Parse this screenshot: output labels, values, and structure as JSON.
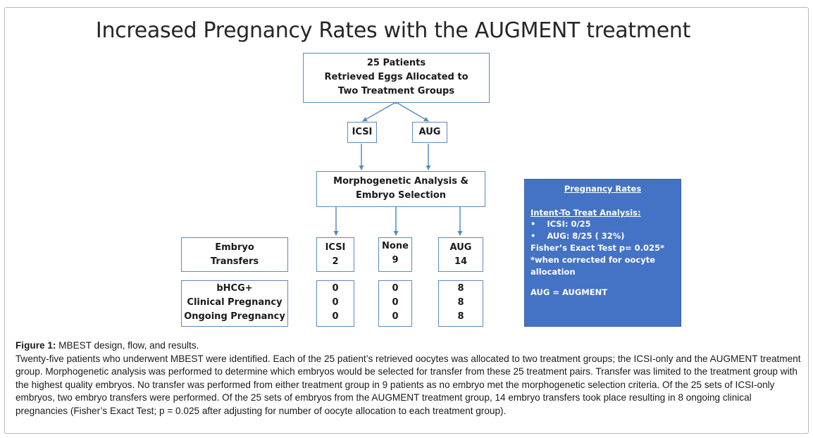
{
  "title": "Increased Pregnancy Rates with the AUGMENT treatment",
  "top_box": {
    "lines": [
      "25 Patients",
      "Retrieved Eggs Allocated to",
      "Two Treatment Groups"
    ]
  },
  "groups": {
    "icsi": "ICSI",
    "aug": "AUG"
  },
  "analysis_box": {
    "lines": [
      "Morphogenetic Analysis &",
      "Embryo Selection"
    ]
  },
  "transfers": {
    "label": [
      "Embryo",
      "Transfers"
    ],
    "icsi": {
      "name": "ICSI",
      "value": "2"
    },
    "none": {
      "name": "None",
      "value": "9"
    },
    "aug": {
      "name": "AUG",
      "value": "14"
    }
  },
  "outcomes": {
    "labels": [
      "bHCG+",
      "Clinical Pregnancy",
      "Ongoing Pregnancy"
    ],
    "icsi": [
      "0",
      "0",
      "0"
    ],
    "none": [
      "0",
      "0",
      "0"
    ],
    "aug": [
      "8",
      "8",
      "8"
    ]
  },
  "panel": {
    "heading": "Pregnancy Rates",
    "subheading": "Intent-To Treat Analysis:",
    "bullets": [
      "ICSI:  0/25",
      "AUG: 8/25 ( 32%)"
    ],
    "fisher": "Fisher’s Exact Test p= 0.025*",
    "note1": "*when corrected for oocyte",
    "note2": "allocation",
    "abbrev": "AUG = AUGMENT",
    "bg_color": "#4472c4"
  },
  "caption": {
    "label": "Figure 1:",
    "heading": " MBEST design, flow, and results.",
    "body": "Twenty-five patients who underwent MBEST were identified. Each of the 25 patient’s retrieved oocytes was allocated to two treatment groups; the ICSI-only and the AUGMENT treatment group. Morphogenetic analysis was performed to determine which embryos would be selected for transfer from these 25 treatment pairs. Transfer was limited to the treatment group with the highest quality embryos. No transfer was performed from either treatment group in 9 patients as no embryo met the morphogenetic selection criteria. Of the 25 sets of ICSI-only embryos, two embryo transfers were performed. Of the 25 sets of embryos from the AUGMENT treatment group, 14 embryo transfers took place resulting in 8 ongoing clinical pregnancies (Fisher’s Exact Test; p = 0.025 after adjusting for number of oocyte allocation to each treatment group)."
  },
  "colors": {
    "border": "#5b8bbd",
    "arrow": "#5b8bbd",
    "panel": "#4472c4"
  }
}
